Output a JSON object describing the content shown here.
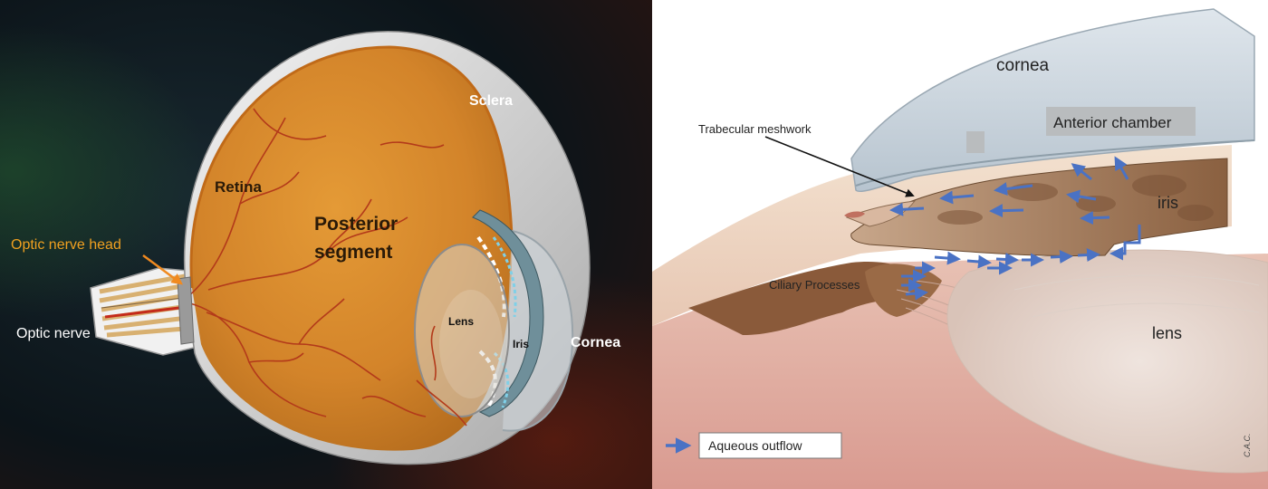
{
  "left_panel": {
    "labels": {
      "sclera": "Sclera",
      "retina": "Retina",
      "posterior_line1": "Posterior",
      "posterior_line2": "segment",
      "optic_nerve_head": "Optic nerve head",
      "optic_nerve": "Optic nerve",
      "lens": "Lens",
      "iris": "Iris",
      "cornea": "Cornea"
    },
    "colors": {
      "background": "#0c1419",
      "globe_interior": "#d98a2a",
      "sclera": "#e6e6e6",
      "vessel": "#b33a1a",
      "optic_nerve_head_label": "#f0a020"
    }
  },
  "right_panel": {
    "labels": {
      "cornea": "cornea",
      "anterior_chamber": "Anterior chamber",
      "trabecular_meshwork": "Trabecular meshwork",
      "iris": "iris",
      "ciliary_processes": "Ciliary Processes",
      "lens": "lens",
      "signature": "C.A.C."
    },
    "legend": {
      "label": "Aqueous outflow",
      "arrow_color": "#4a72c4"
    },
    "colors": {
      "cornea": "#c9d3dc",
      "anterior_chamber_box": "#b9bcbe",
      "iris_tissue": "#a98260",
      "ciliary": "#8a5a3a",
      "lens": "#e6d7cf",
      "flow_arrow": "#4a72c4"
    }
  }
}
